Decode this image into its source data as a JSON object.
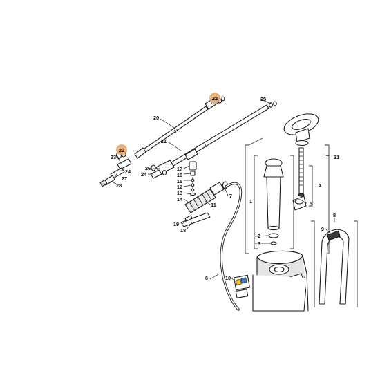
{
  "callouts": {
    "c1": "1",
    "c2": "2",
    "c3": "3",
    "c4": "4",
    "c5": "5",
    "c6": "6",
    "c7": "7",
    "c8": "8",
    "c9": "9",
    "c10": "10",
    "c11": "11",
    "c12": "12",
    "c13": "13",
    "c14": "14",
    "c15": "15",
    "c16": "16",
    "c17": "17",
    "c18": "18",
    "c19": "19",
    "c20": "20",
    "c21": "21",
    "c22a": "22",
    "c22b": "22",
    "c23": "23",
    "c24a": "24",
    "c24b": "24",
    "c25": "25",
    "c26": "26",
    "c27": "27",
    "c28": "28",
    "c31": "31"
  },
  "highlight_color": "#e8a46a",
  "line_color": "#1a1a1a"
}
